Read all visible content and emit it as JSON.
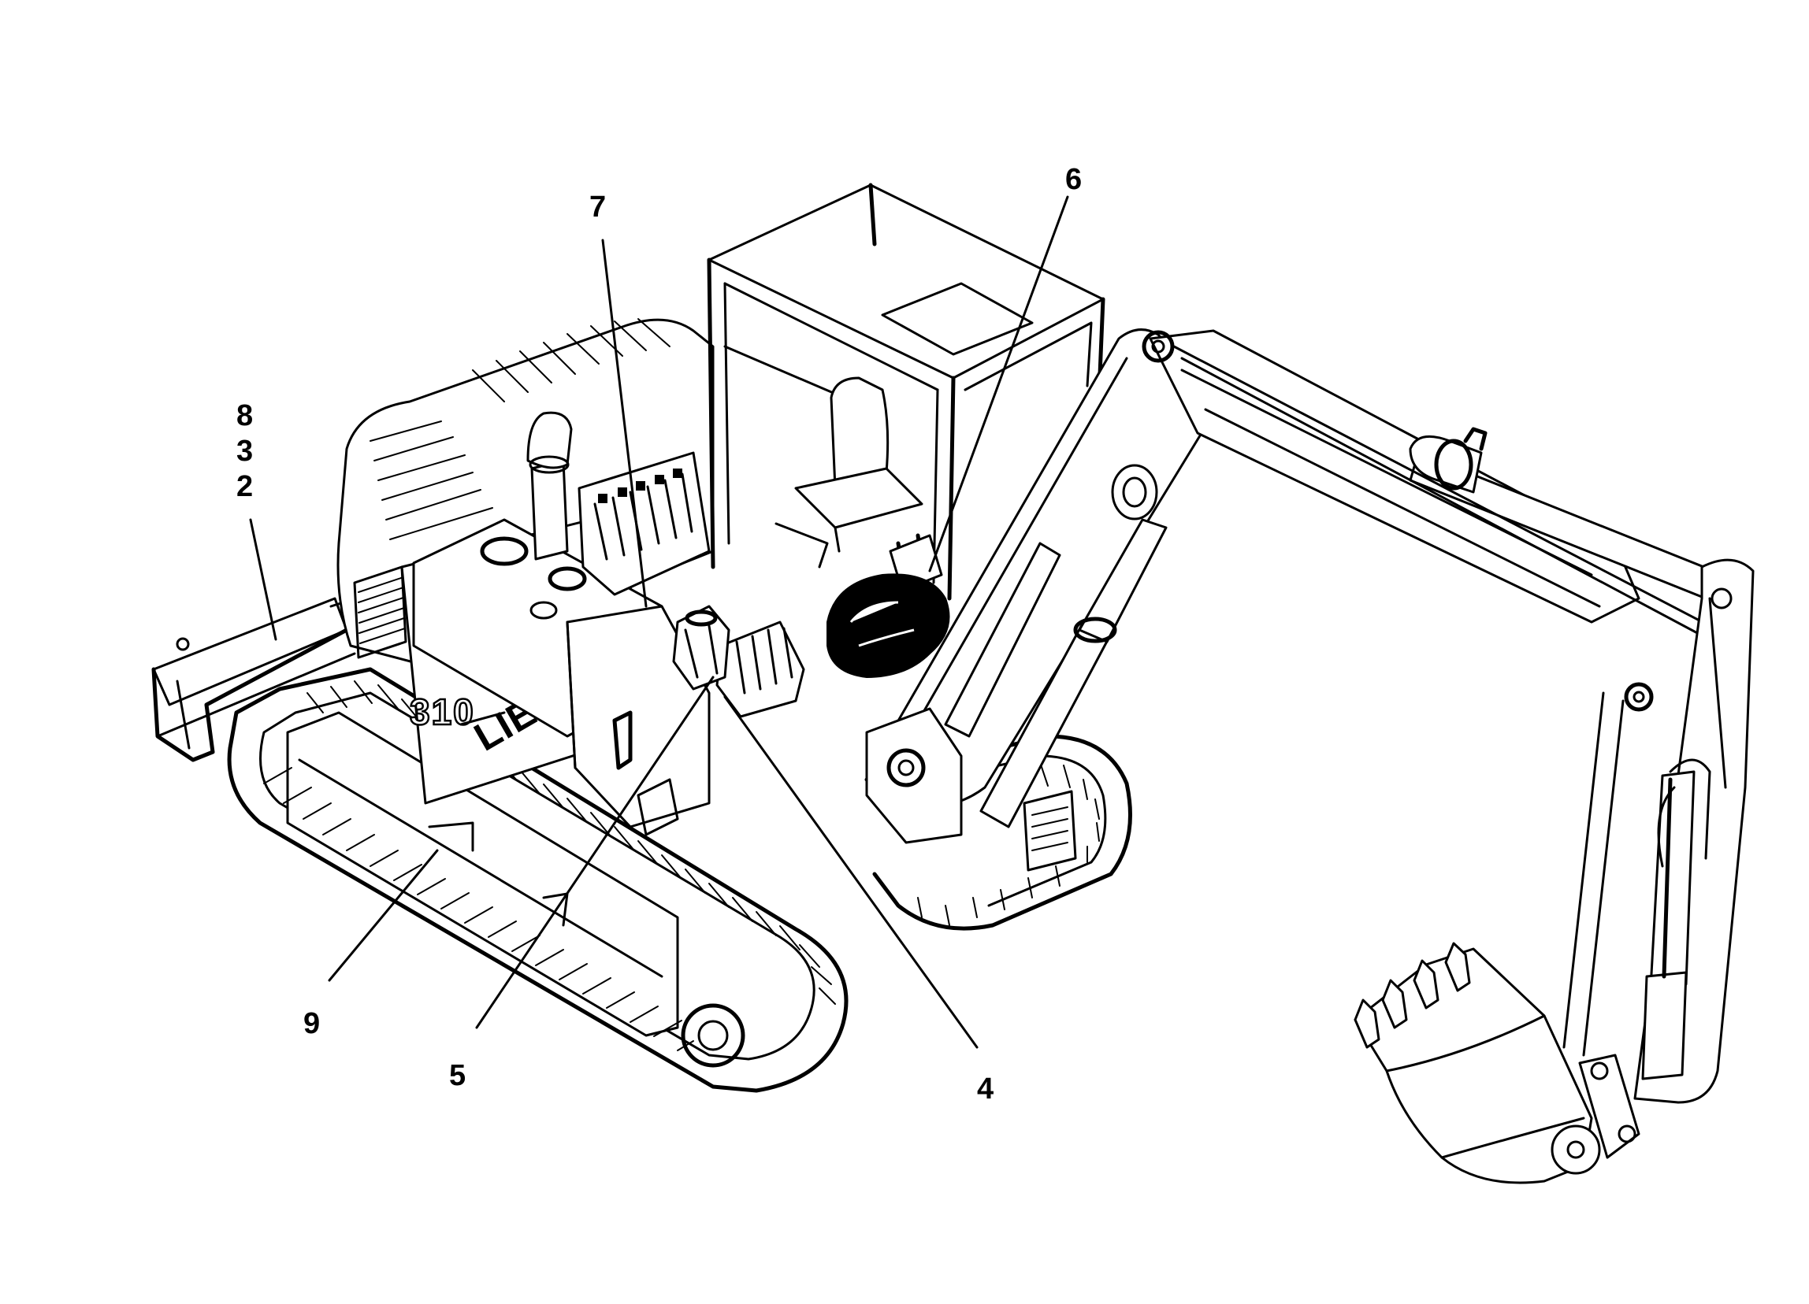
{
  "diagram": {
    "machine_model": "310",
    "machine_brand": "LIEBHERR",
    "callouts": [
      {
        "id": "callout-8",
        "label": "8"
      },
      {
        "id": "callout-3",
        "label": "3"
      },
      {
        "id": "callout-2",
        "label": "2"
      },
      {
        "id": "callout-7",
        "label": "7"
      },
      {
        "id": "callout-6",
        "label": "6"
      },
      {
        "id": "callout-9",
        "label": "9"
      },
      {
        "id": "callout-5",
        "label": "5"
      },
      {
        "id": "callout-4",
        "label": "4"
      }
    ]
  }
}
